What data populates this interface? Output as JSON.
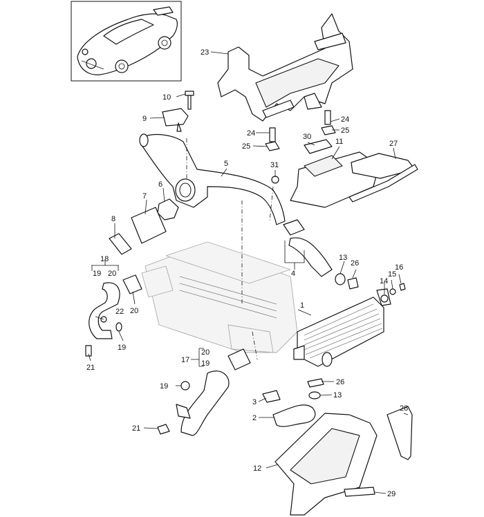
{
  "callouts": {
    "c1": "1",
    "c2": "2",
    "c3": "3",
    "c4": "4",
    "c5": "5",
    "c6": "6",
    "c7": "7",
    "c8": "8",
    "c9": "9",
    "c10": "10",
    "c11": "11",
    "c12": "12",
    "c13a": "13",
    "c13b": "13",
    "c14": "14",
    "c15": "15",
    "c16": "16",
    "c17": "17",
    "c18": "18",
    "c19a": "19",
    "c19b": "19",
    "c19c": "19",
    "c19d": "19",
    "c20a": "20",
    "c20b": "20",
    "c20c": "20",
    "c21a": "21",
    "c21b": "21",
    "c22": "22",
    "c23": "23",
    "c24a": "24",
    "c24b": "24",
    "c25a": "25",
    "c25b": "25",
    "c26a": "26",
    "c26b": "26",
    "c27": "27",
    "c28": "28",
    "c29": "29",
    "c30": "30",
    "c31": "31"
  },
  "icons": [
    "vehicle-thumbnail-icon"
  ]
}
